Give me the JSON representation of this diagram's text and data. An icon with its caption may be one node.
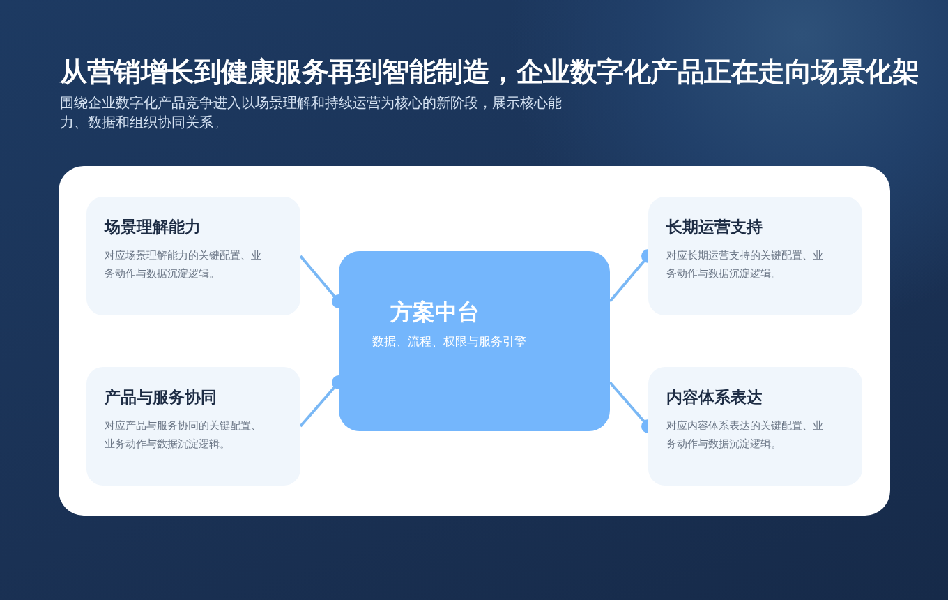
{
  "diagram": {
    "title": "从营销增长到健康服务再到智能制造，企业数字化产品正在走向场景化架",
    "caption": "围绕企业数字化产品竞争进入以场景理解和持续运营为核心的新阶段，展示核心能力、数据和组织协同关系。",
    "nodes": [
      {
        "text": [
          "场景理解能力",
          "对应场景理解能力的关键配置、业务动作与数据沉淀逻辑。"
        ]
      },
      {
        "text": [
          "长期运营支持",
          "对应长期运营支持的关键配置、业务动作与数据沉淀逻辑。"
        ]
      },
      {
        "text": [
          "方案中台",
          "数据、流程、权限与服务引擎"
        ]
      },
      {
        "text": [
          "产品与服务协同",
          "对应产品与服务协同的关键配置、业务动作与数据沉淀逻辑。"
        ]
      },
      {
        "text": [
          "内容体系表达",
          "对应内容体系表达的关键配置、业务动作与数据沉淀逻辑。"
        ]
      }
    ],
    "edges": [
      {
        "from": 0,
        "to": 2,
        "arrow": "other"
      },
      {
        "from": 2,
        "to": 1,
        "arrow": "other"
      },
      {
        "from": 3,
        "to": 2,
        "arrow": "other"
      },
      {
        "from": 2,
        "to": 4,
        "arrow": "other"
      }
    ]
  }
}
